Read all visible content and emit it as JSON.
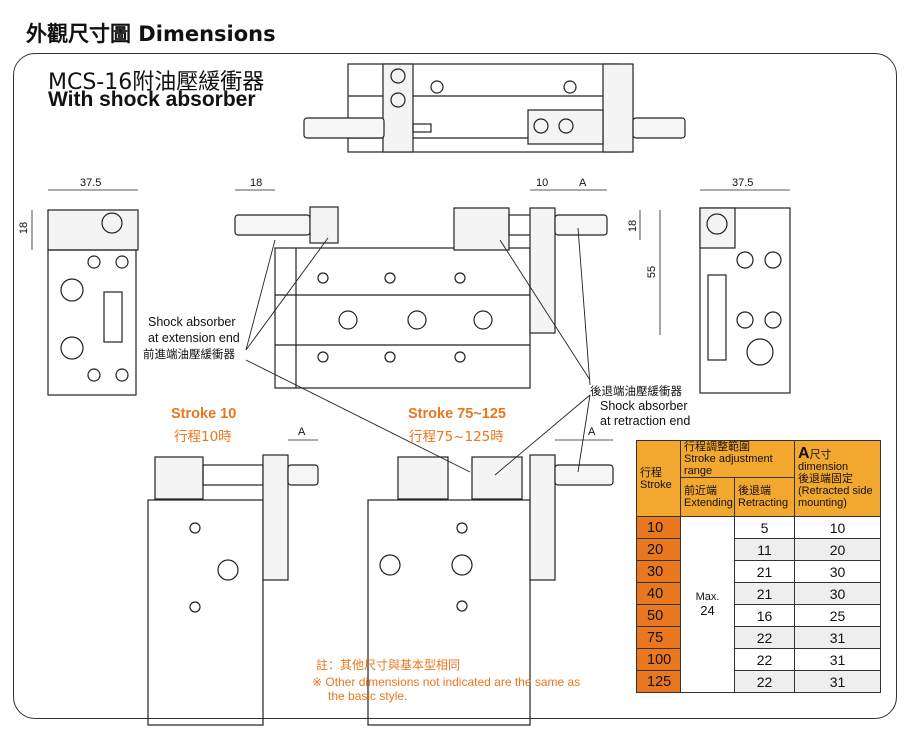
{
  "header": {
    "title": "外觀尺寸圖 Dimensions"
  },
  "model": {
    "name": "MCS-16附油壓緩衝器",
    "subtitle": "With shock absorber"
  },
  "dimensions": {
    "d37_5_left": "37.5",
    "d18_left": "18",
    "d18_top": "18",
    "d10": "10",
    "dA": "A",
    "d18_right": "18",
    "d55": "55",
    "d37_5_right": "37.5",
    "dA_stroke10": "A",
    "dA_stroke75": "A"
  },
  "labels": {
    "ext_en1": "Shock absorber",
    "ext_en2": "at extension end",
    "ext_zh": "前進端油壓緩衝器",
    "ret_zh": "後退端油壓緩衝器",
    "ret_en1": "Shock absorber",
    "ret_en2": "at retraction end"
  },
  "stroke10": {
    "title": "Stroke 10",
    "sub": "行程10時"
  },
  "stroke75": {
    "title": "Stroke 75~125",
    "sub": "行程75~125時"
  },
  "notes": {
    "zh": "註：其他尺寸與基本型相同",
    "en1": "※ Other dimensions not indicated are the same as",
    "en2": "the basic style."
  },
  "table": {
    "h_stroke_zh": "行程",
    "h_stroke_en": "Stroke",
    "h_adj_zh": "行程調整範圍",
    "h_adj_en": "Stroke adjustment range",
    "h_ext_zh": "前近端",
    "h_ext_en": "Extending",
    "h_ret_zh": "後退端",
    "h_ret_en": "Retracting",
    "h_a": "A",
    "h_a_zh": "尺寸dimension",
    "h_a_zh2": "後退端固定",
    "h_a_en": "(Retracted side mounting)",
    "max_label": "Max.",
    "max_value": "24",
    "rows": [
      {
        "stroke": "10",
        "ret": "5",
        "a": "10"
      },
      {
        "stroke": "20",
        "ret": "11",
        "a": "20"
      },
      {
        "stroke": "30",
        "ret": "21",
        "a": "30"
      },
      {
        "stroke": "40",
        "ret": "21",
        "a": "30"
      },
      {
        "stroke": "50",
        "ret": "16",
        "a": "25"
      },
      {
        "stroke": "75",
        "ret": "22",
        "a": "31"
      },
      {
        "stroke": "100",
        "ret": "22",
        "a": "31"
      },
      {
        "stroke": "125",
        "ret": "22",
        "a": "31"
      }
    ]
  }
}
